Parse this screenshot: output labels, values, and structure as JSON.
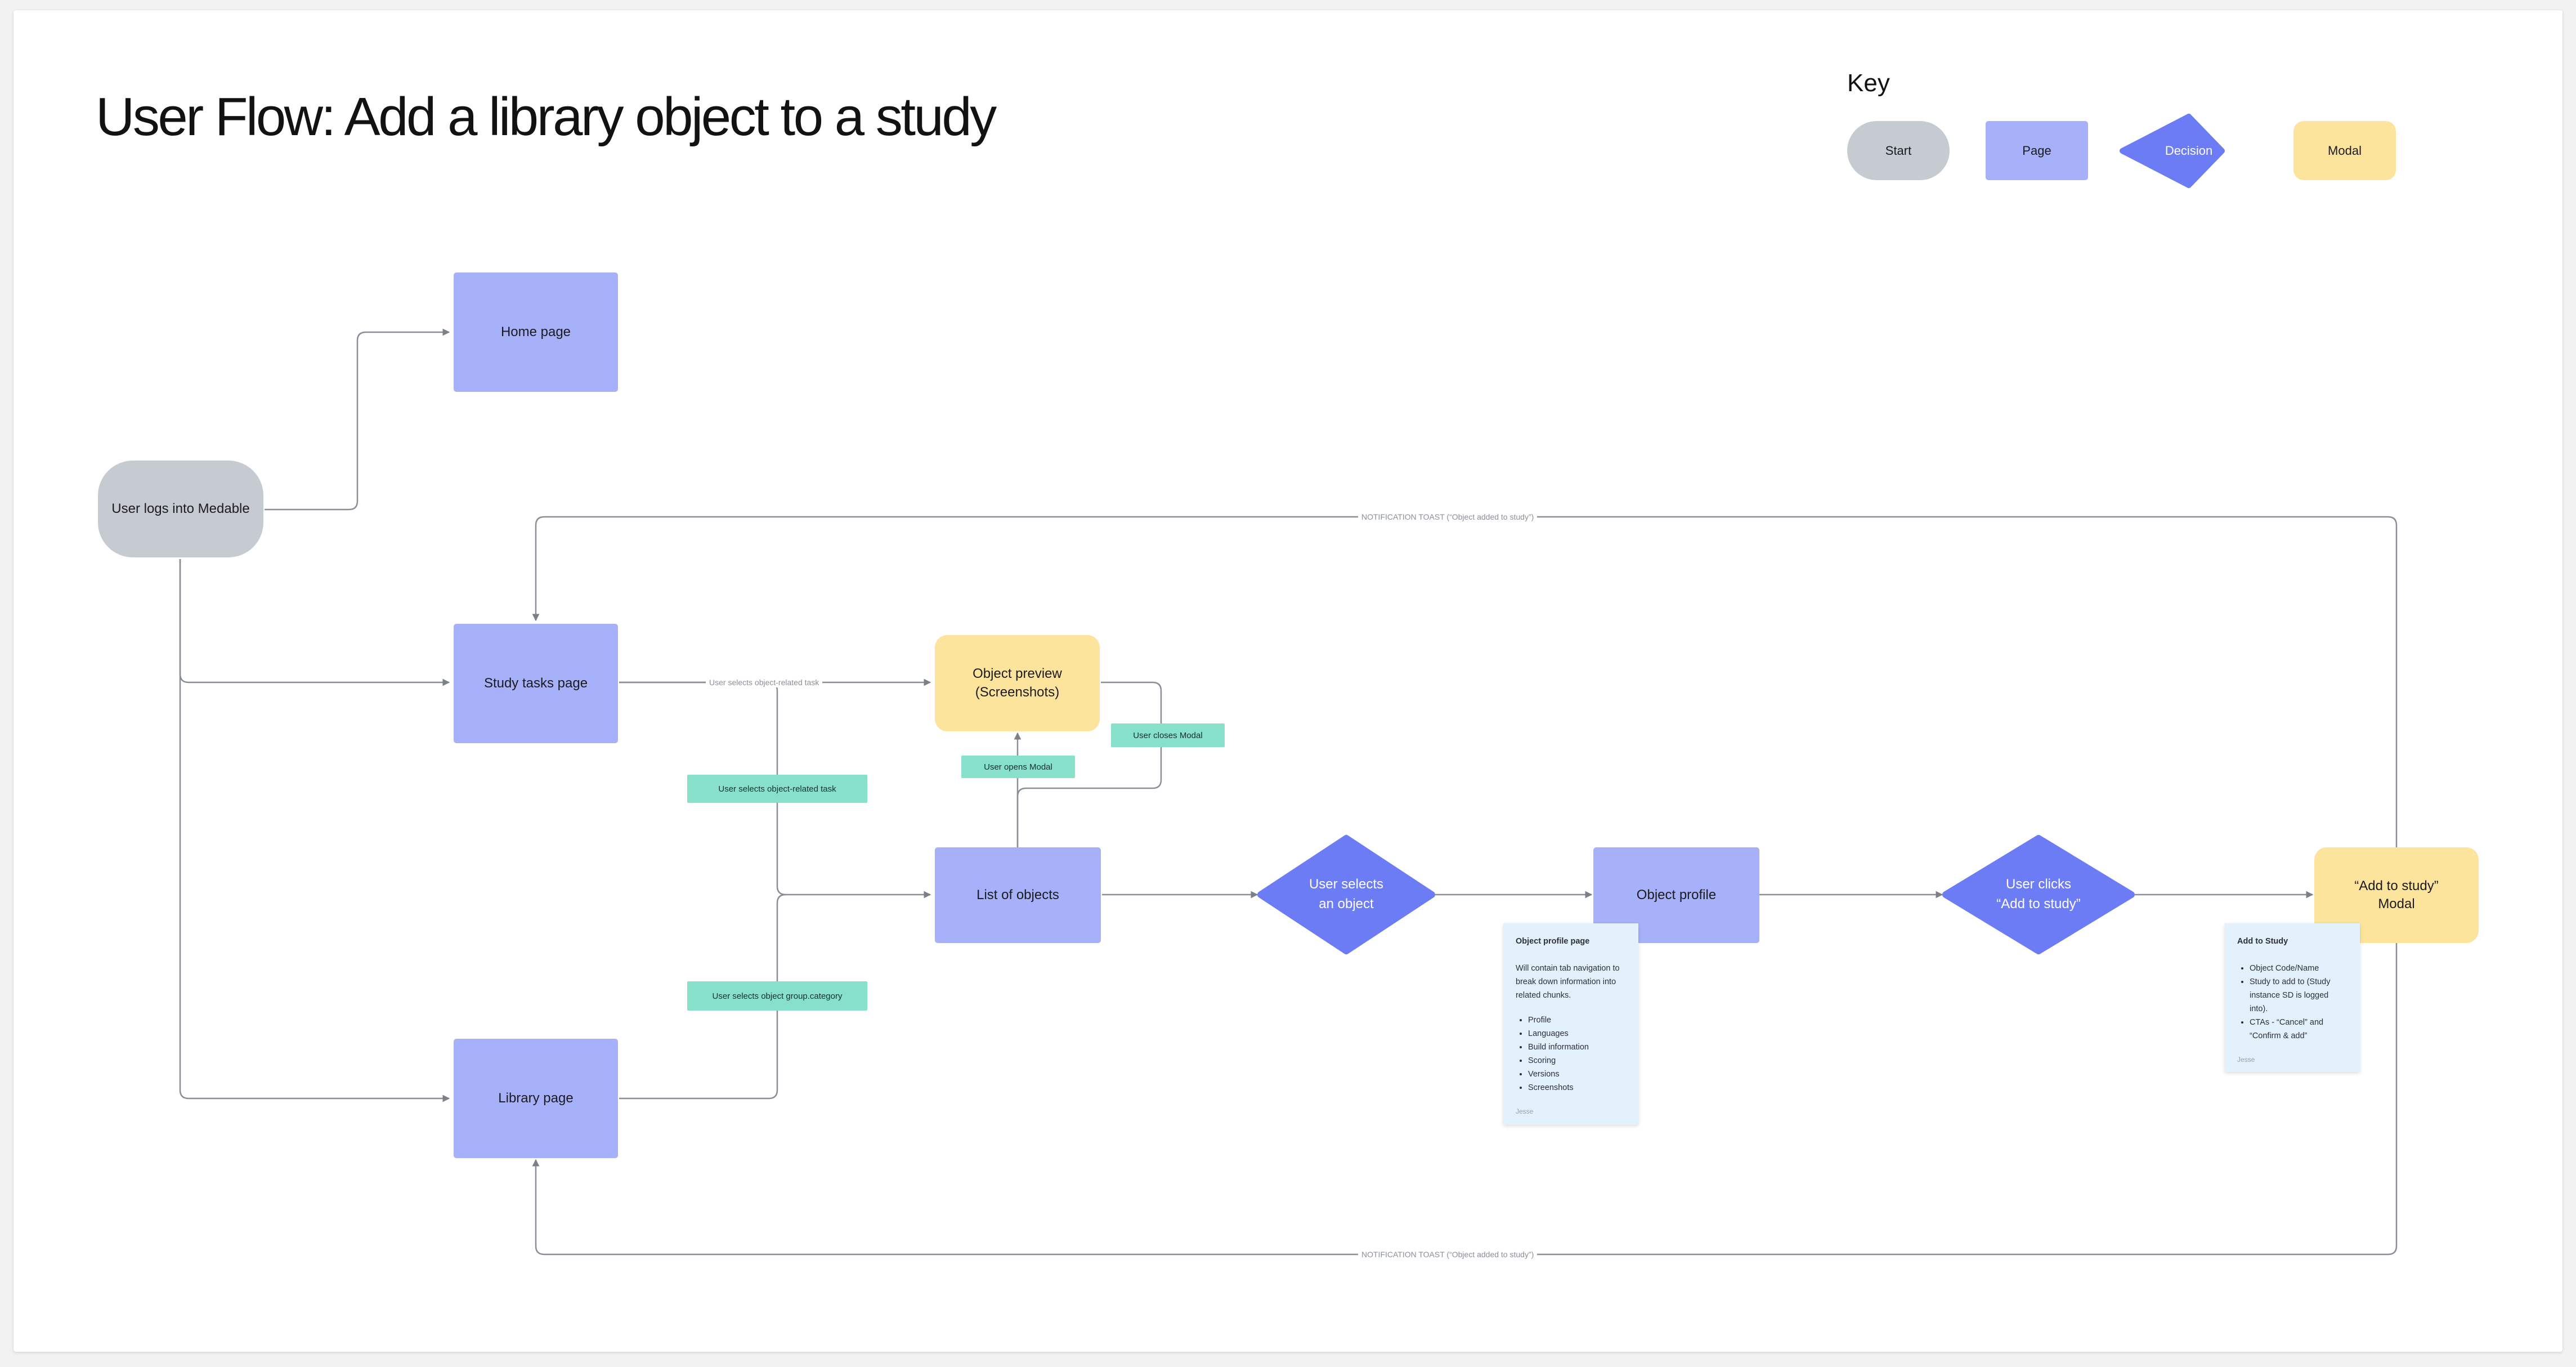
{
  "title": "User Flow: Add a library object to a study",
  "key": {
    "heading": "Key",
    "start": "Start",
    "page": "Page",
    "decision": "Decision",
    "modal": "Modal"
  },
  "colors": {
    "start": "#c6cbd2",
    "page": "#a6b1fa",
    "decision": "#6c7cf5",
    "modal": "#fde49c",
    "tag": "#86e0cc",
    "note": "#e3f1fc",
    "connector": "#8a8e96"
  },
  "nodes": {
    "login": "User logs into Medable",
    "home": "Home page",
    "study_tasks": "Study tasks page",
    "library": "Library page",
    "object_preview": "Object preview\n(Screenshots)",
    "list_objects": "List of objects",
    "user_selects": "User selects\nan object",
    "object_profile": "Object profile",
    "user_clicks": "User clicks\n“Add to study”",
    "add_modal": "“Add to study”\nModal"
  },
  "labels": {
    "tasks_faded": "User selects object-related task",
    "tasks_tag": "User selects object-related task",
    "group_tag": "User selects object group.category",
    "opens_modal": "User opens Modal",
    "closes_modal": "User closes Modal",
    "toast_top": "NOTIFICATION TOAST (“Object added to study”)",
    "toast_bottom": "NOTIFICATION TOAST (“Object added to study”)"
  },
  "notes": {
    "profile": {
      "title": "Object profile page",
      "body": "Will contain tab navigation to break down information into related chunks.",
      "items": [
        "Profile",
        "Languages",
        "Build information",
        "Scoring",
        "Versions",
        "Screenshots"
      ],
      "signature": "Jesse"
    },
    "add": {
      "title": "Add to Study",
      "items": [
        "Object Code/Name",
        "Study to add to (Study instance SD is logged into).",
        "CTAs - “Cancel” and “Confirm & add”"
      ],
      "signature": "Jesse"
    }
  }
}
